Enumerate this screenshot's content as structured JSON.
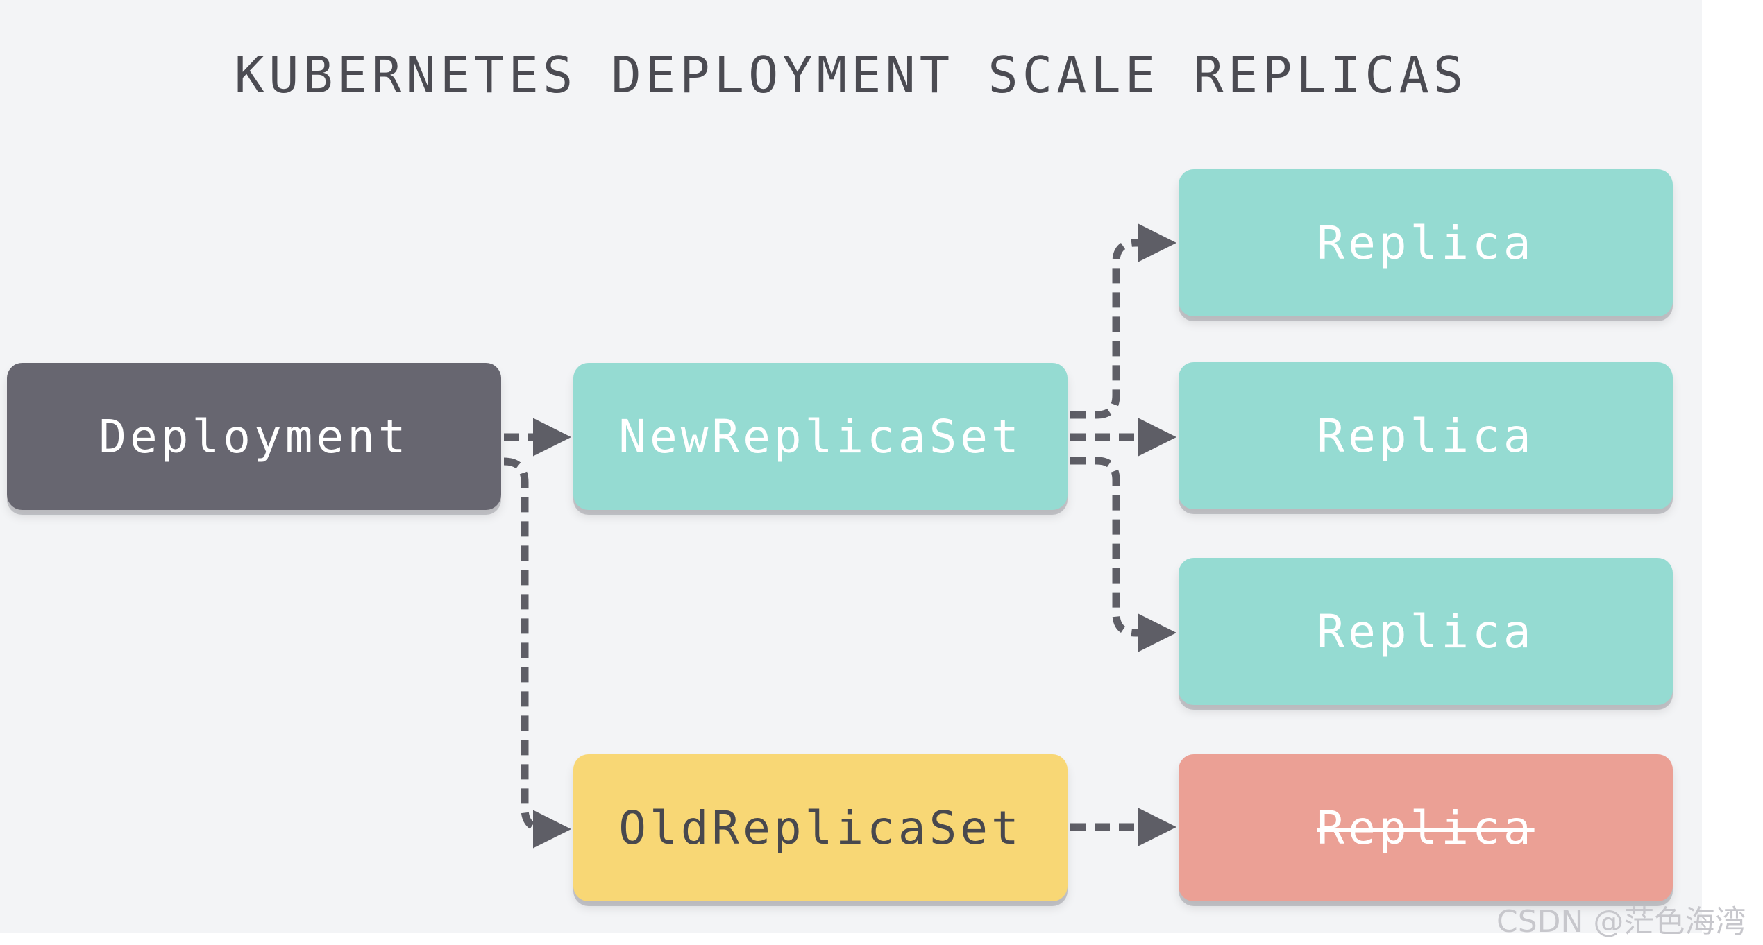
{
  "title": "KUBERNETES DEPLOYMENT SCALE REPLICAS",
  "nodes": {
    "deployment": "Deployment",
    "new_replica_set": "NewReplicaSet",
    "old_replica_set": "OldReplicaSet",
    "replicas": [
      "Replica",
      "Replica",
      "Replica",
      "Replica"
    ]
  },
  "removed_replica_index": 3,
  "colors": {
    "deployment": "#676670",
    "active": "#95dbd2",
    "old_replica_set": "#f8d775",
    "removed_replica": "#eba095",
    "connector": "#5e5e66"
  },
  "watermark": "CSDN @茫色海湾"
}
